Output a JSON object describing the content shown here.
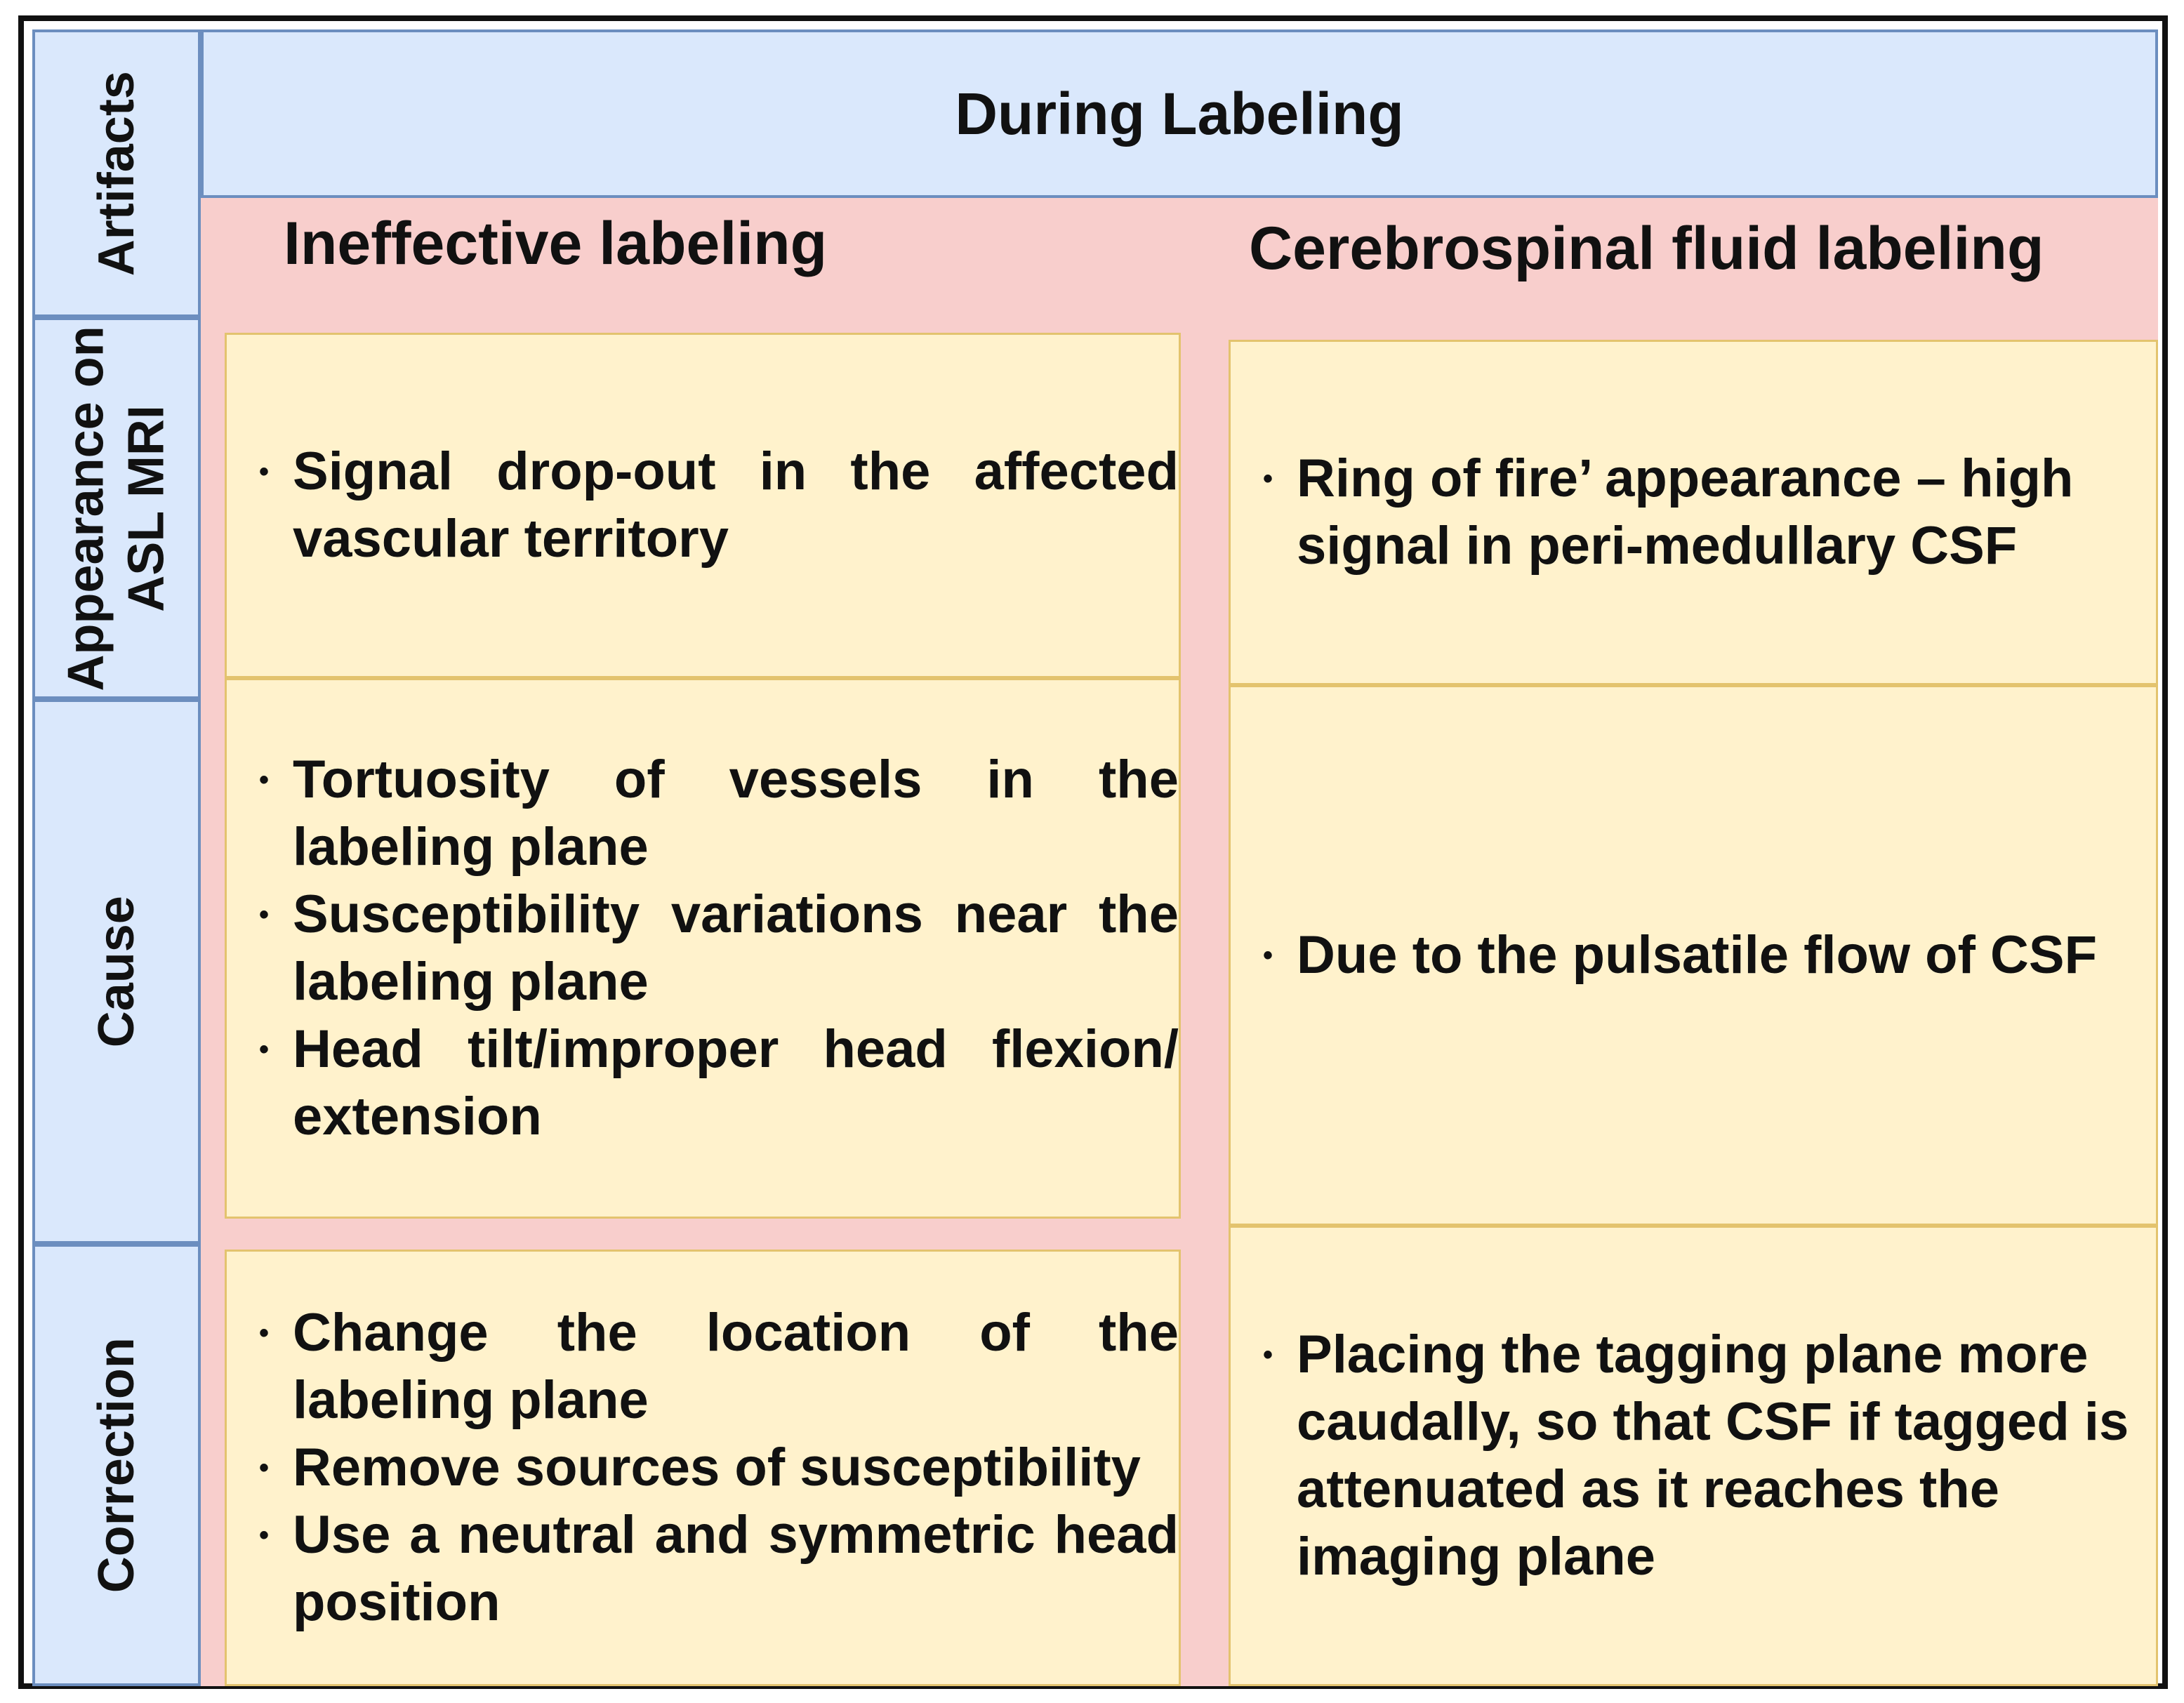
{
  "title": "During Labeling",
  "row_headers": {
    "artifacts": "Artifacts",
    "appearance": [
      "Appearance on",
      "ASL MRI"
    ],
    "cause": "Cause",
    "correction": "Correction"
  },
  "columns": [
    {
      "heading": "Ineffective labeling",
      "appearance": [
        "Signal drop-out in the affected vascular territory"
      ],
      "cause": [
        "Tortuosity of vessels in the labeling plane",
        "Susceptibility variations near the labeling plane",
        "Head tilt/improper head flexion/ extension"
      ],
      "correction": [
        "Change the location of the labeling plane",
        "Remove sources of susceptibility",
        "Use a neutral and symmetric head position"
      ]
    },
    {
      "heading": "Cerebrospinal fluid labeling",
      "appearance": [
        "Ring of fire’ appearance – high signal in peri-medullary CSF"
      ],
      "cause": [
        "Due to the pulsatile flow of CSF"
      ],
      "correction": [
        "Placing the tagging plane more caudally, so that CSF if tagged is attenuated as it reaches the imaging plane"
      ]
    }
  ],
  "colors": {
    "header_fill": "#dae8fc",
    "header_border": "#6c8ebf",
    "column_fill": "#f8cecc",
    "cell_fill": "#fff2cc",
    "cell_border": "#e3c36e"
  }
}
